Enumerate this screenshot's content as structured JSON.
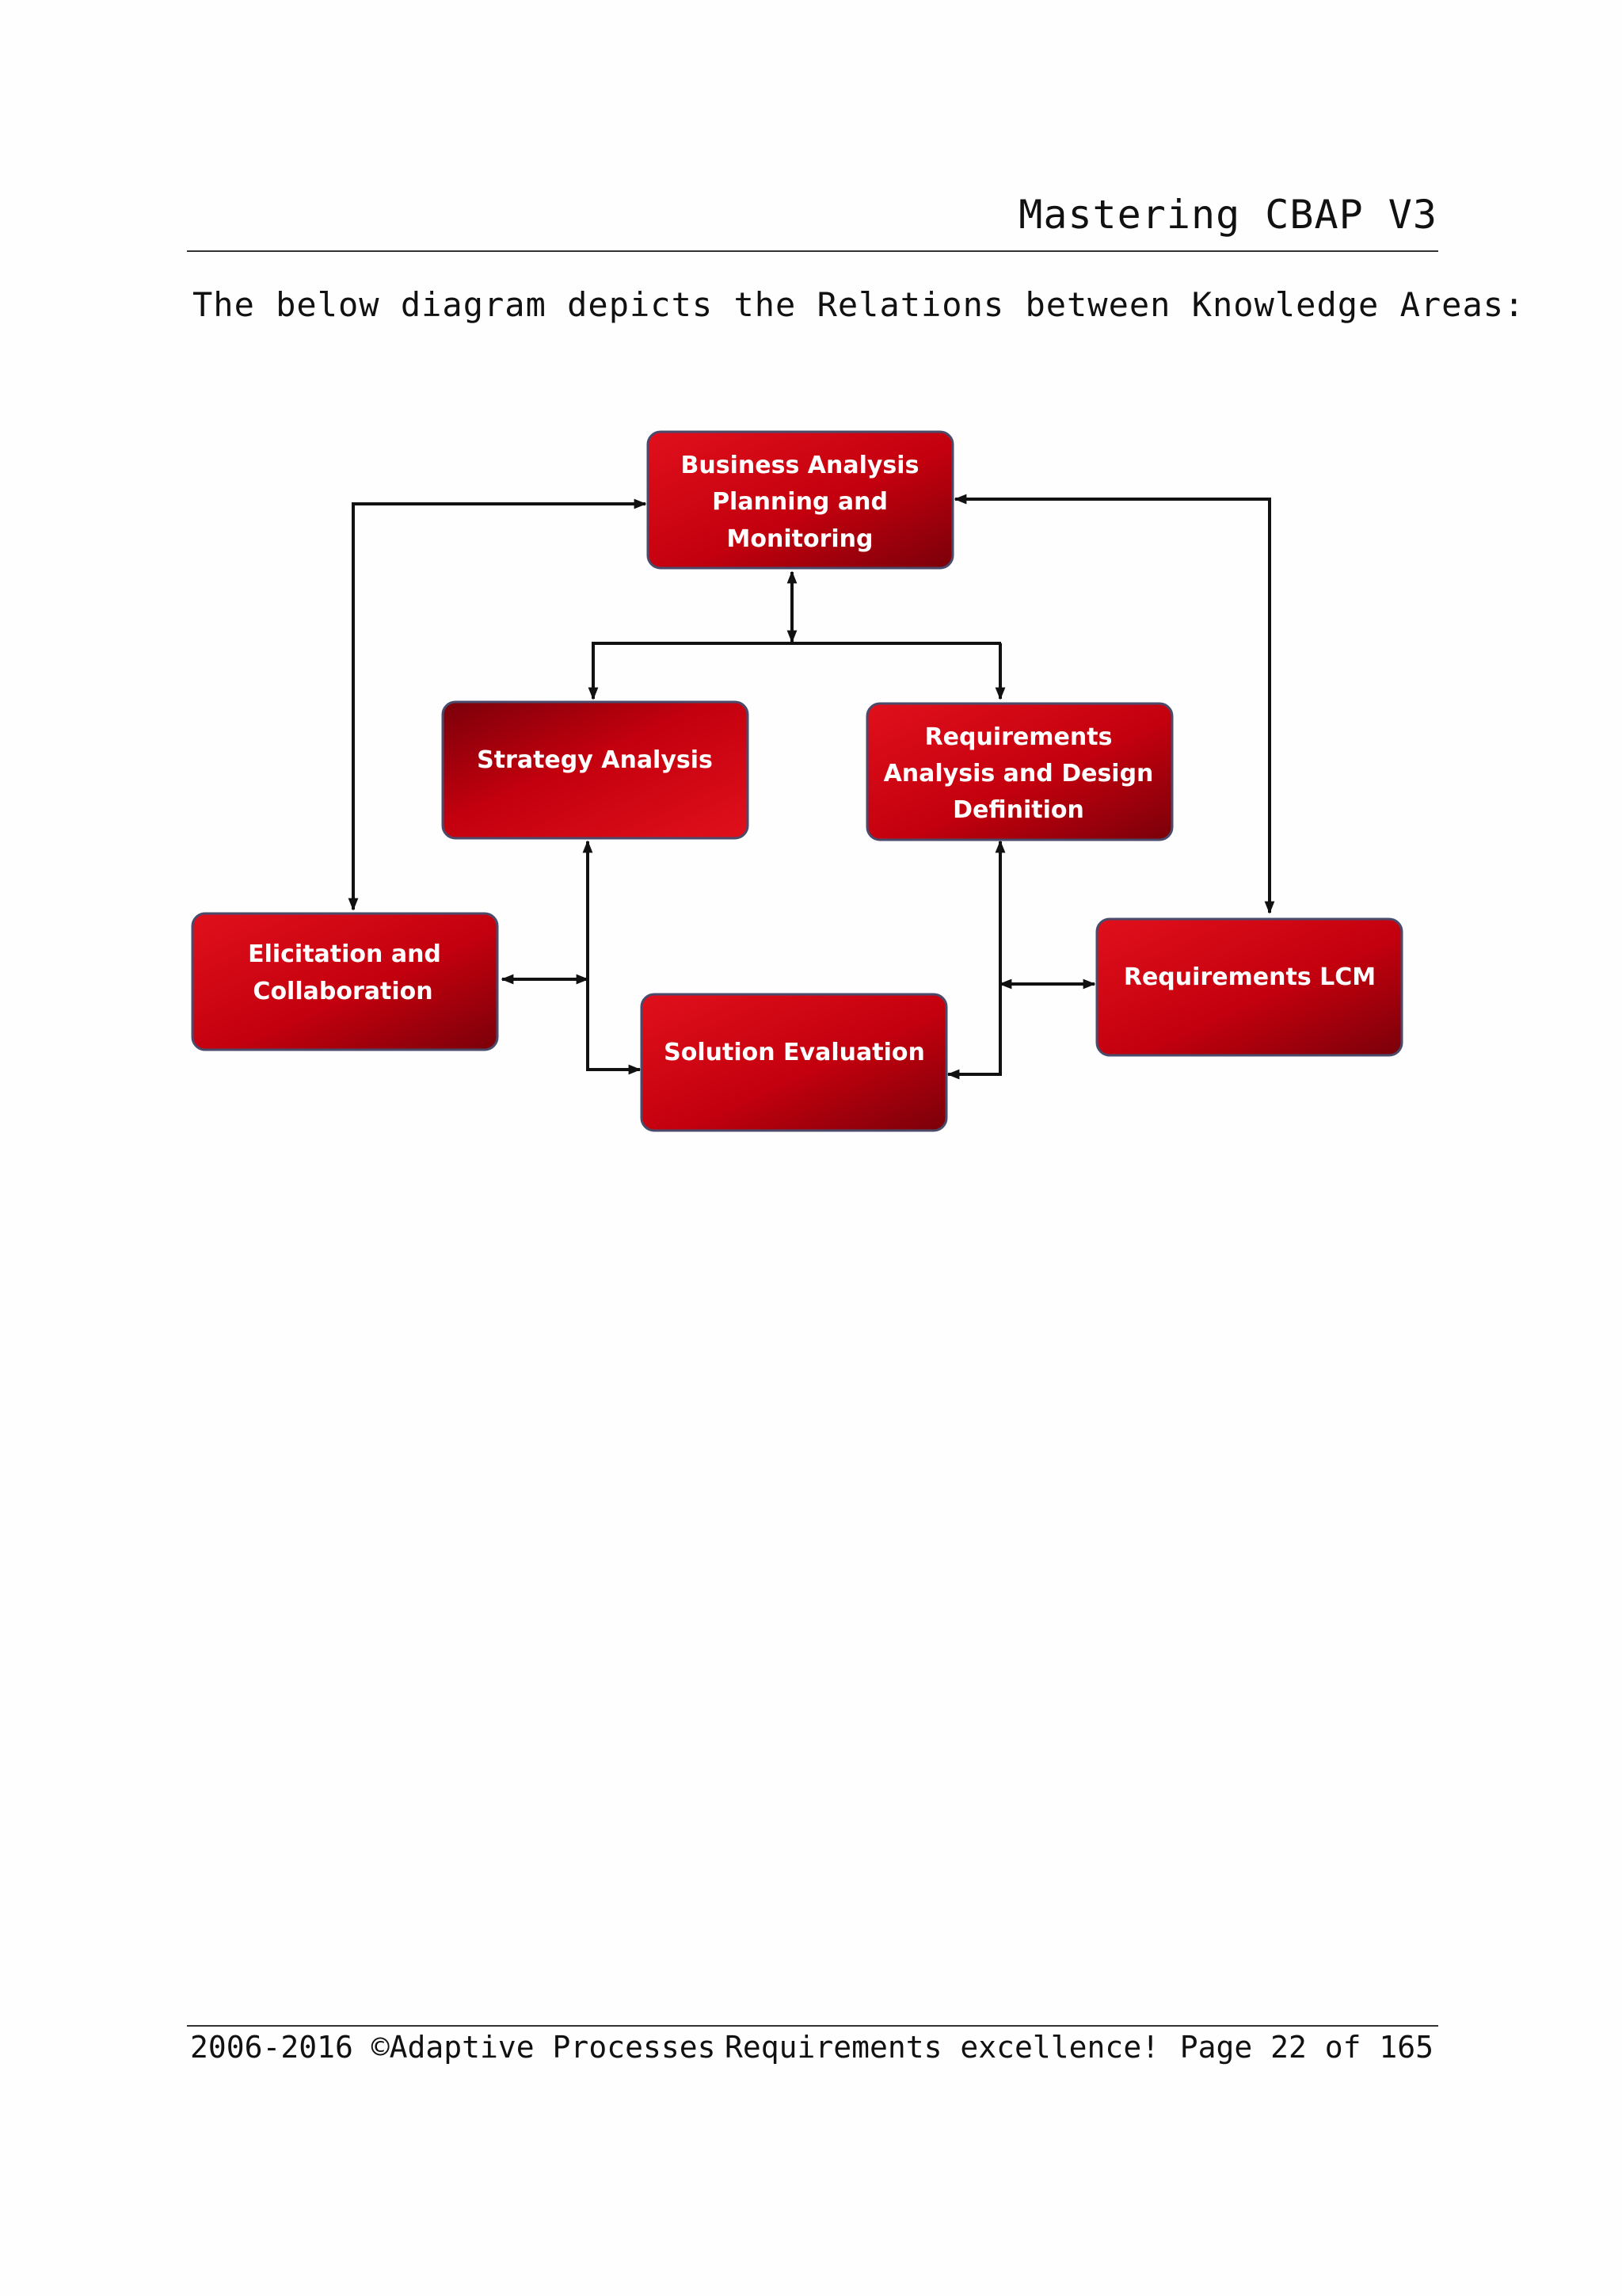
{
  "header": {
    "title": "Mastering CBAP V3"
  },
  "intro": {
    "text": "The below diagram depicts the Relations between Knowledge  Areas:"
  },
  "diagram": {
    "nodes": {
      "bapm": {
        "lines": [
          "Business Analysis",
          "Planning and",
          "Monitoring"
        ]
      },
      "strategy": {
        "lines": [
          "Strategy Analysis"
        ]
      },
      "radd": {
        "lines": [
          "Requirements",
          "Analysis and Design",
          "Definition"
        ]
      },
      "elicitation": {
        "lines": [
          "Elicitation and",
          "Collaboration"
        ]
      },
      "solution": {
        "lines": [
          "Solution Evaluation"
        ]
      },
      "lcm": {
        "lines": [
          "Requirements LCM"
        ]
      }
    },
    "colors": {
      "box_dark": "#7a0009",
      "box_mid": "#c4000e",
      "box_light": "#e0101c",
      "arrow": "#111111"
    }
  },
  "footer": {
    "copyright": "2006-2016 ©Adaptive Processes",
    "tagline": "Requirements  excellence!",
    "page": "Page 22 of 165"
  }
}
